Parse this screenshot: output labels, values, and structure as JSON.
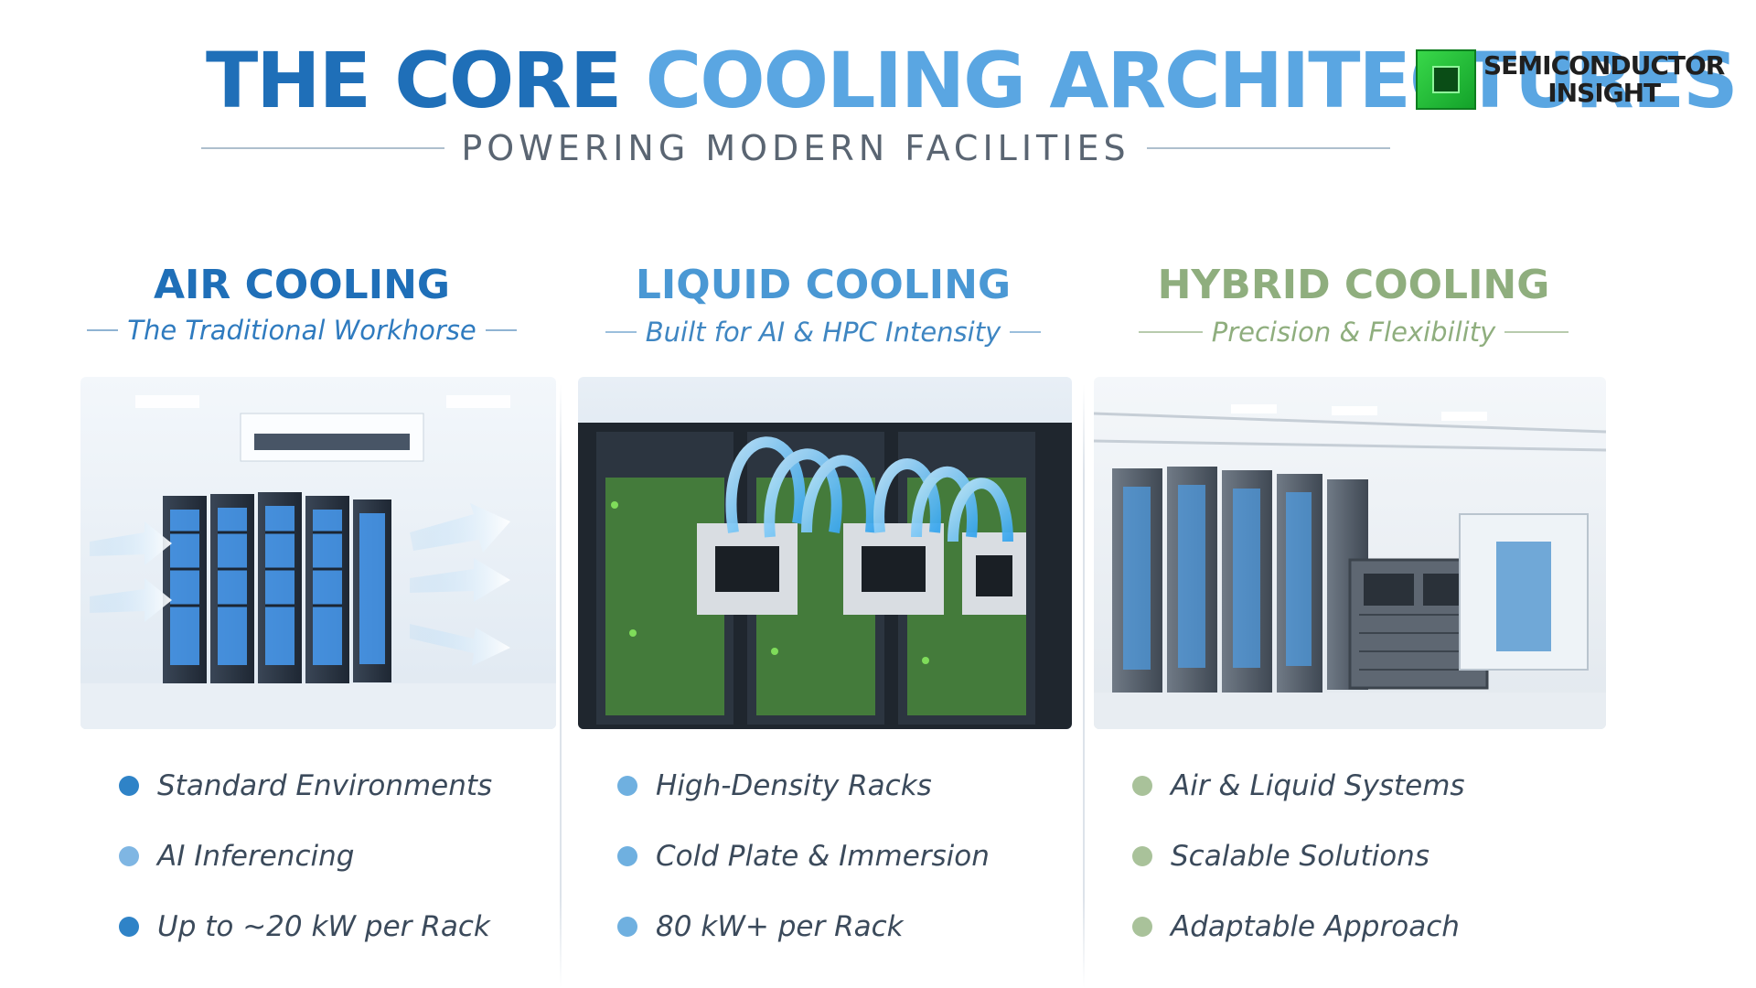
{
  "header": {
    "title_part1": "THE CORE ",
    "title_part2": "COOLING ARCHITECTURES",
    "subtitle": "POWERING MODERN FACILITIES"
  },
  "logo": {
    "line1": "SEMICONDUCTOR",
    "line2": "INSIGHT",
    "icon": "chip-icon"
  },
  "colors": {
    "air": "#1f6fb8",
    "liquid": "#4a98d4",
    "hybrid": "#8fae7e",
    "bullet_air": "#2f83c7",
    "bullet_liquid": "#6fb0e0",
    "bullet_hybrid": "#a9c29a"
  },
  "columns": [
    {
      "title": "AIR COOLING",
      "subtitle": "The Traditional Workhorse",
      "image_icon": "air-cooled-server-room-illustration",
      "bullets": [
        "Standard Environments",
        "AI Inferencing",
        "Up to ~20 kW per Rack"
      ]
    },
    {
      "title": "LIQUID COOLING",
      "subtitle": "Built for AI & HPC Intensity",
      "image_icon": "liquid-cooled-rack-illustration",
      "bullets": [
        "High-Density Racks",
        "Cold Plate & Immersion",
        "80 kW+ per Rack"
      ]
    },
    {
      "title": "HYBRID COOLING",
      "subtitle": "Precision & Flexibility",
      "image_icon": "hybrid-data-center-illustration",
      "bullets": [
        "Air & Liquid Systems",
        "Scalable Solutions",
        "Adaptable Approach"
      ]
    }
  ]
}
